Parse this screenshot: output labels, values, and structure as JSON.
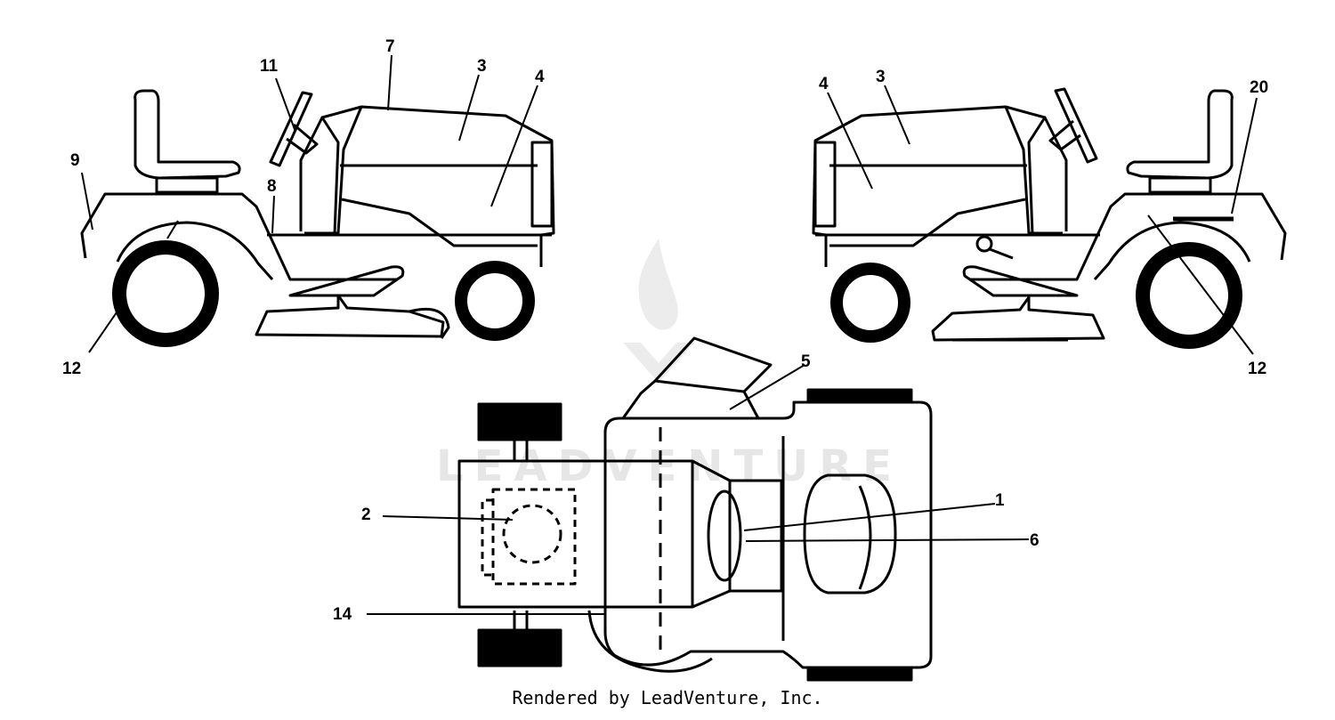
{
  "watermark": {
    "text": "LEADVENTURE"
  },
  "footer": {
    "text": "Rendered by LeadVenture, Inc."
  },
  "callouts": {
    "left": {
      "c11": "11",
      "c7": "7",
      "c3": "3",
      "c4": "4",
      "c9": "9",
      "c8": "8",
      "c12": "12"
    },
    "right": {
      "c4": "4",
      "c3": "3",
      "c20": "20",
      "c12": "12"
    },
    "top": {
      "c5": "5",
      "c2": "2",
      "c1": "1",
      "c6": "6",
      "c14": "14"
    }
  }
}
